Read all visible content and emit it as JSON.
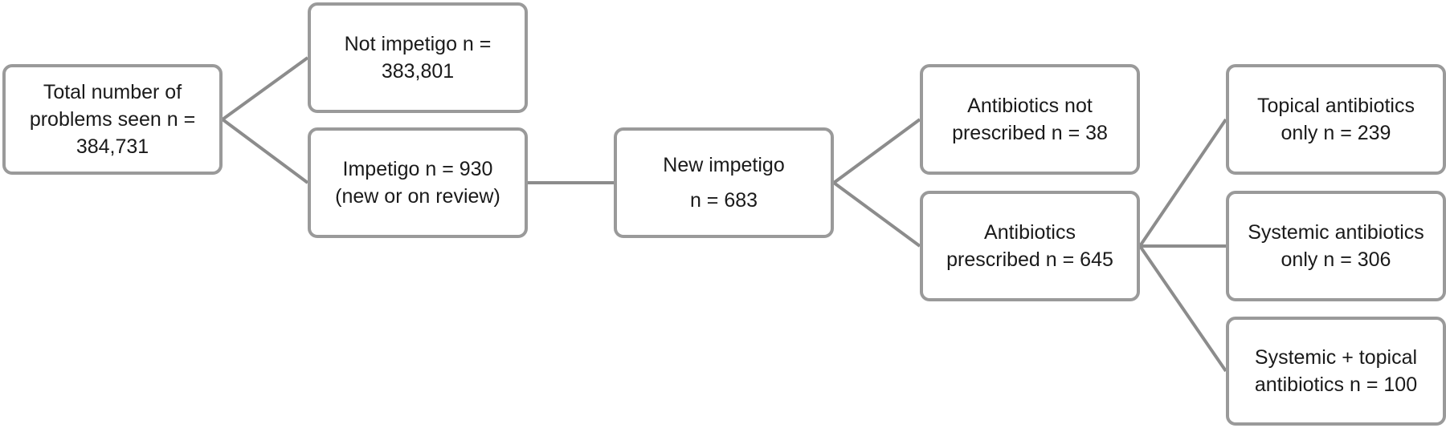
{
  "flowchart": {
    "total": {
      "text": "Total number of\nproblems seen n =\n384,731"
    },
    "not_impetigo": {
      "text": "Not impetigo n =\n383,801"
    },
    "impetigo": {
      "text": "Impetigo n = 930\n(new or on review)"
    },
    "new_impetigo": {
      "text": "New impetigo\nn = 683"
    },
    "antibiotics_not_prescribed": {
      "text": "Antibiotics not\nprescribed n = 38"
    },
    "antibiotics_prescribed": {
      "text": "Antibiotics\nprescribed n = 645"
    },
    "topical_only": {
      "text": "Topical antibiotics\nonly n = 239"
    },
    "systemic_only": {
      "text": "Systemic antibiotics\nonly n = 306"
    },
    "systemic_topical": {
      "text": "Systemic + topical\nantibiotics n = 100"
    }
  },
  "colors": {
    "box_border": "#9a9a9a",
    "connector": "#8c8c8c",
    "text": "#1a1a1a",
    "background": "#ffffff"
  }
}
